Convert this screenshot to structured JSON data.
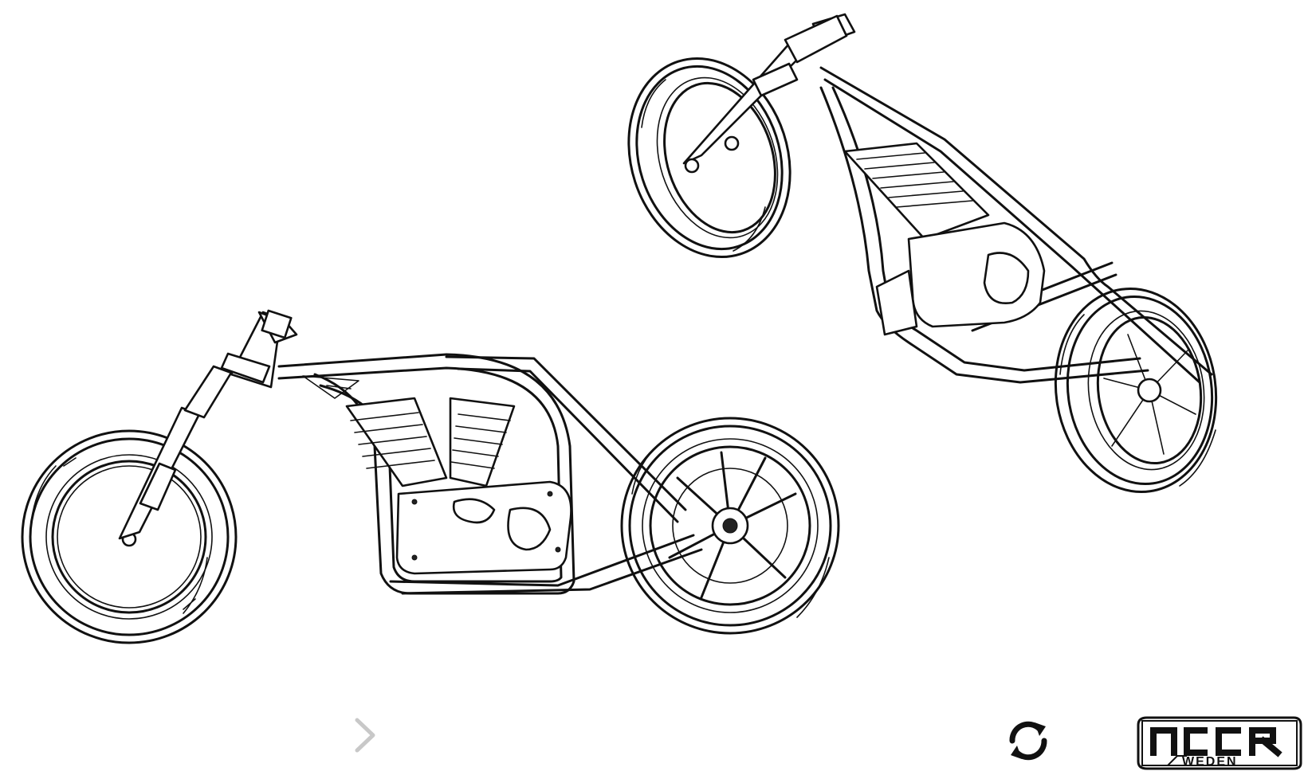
{
  "viewer": {
    "views": [
      {
        "name": "side-view"
      },
      {
        "name": "perspective-view"
      }
    ]
  },
  "controls": {
    "next_icon": "chevron-right-icon",
    "rotate_icon": "rotate-arrows-icon",
    "next_color": "#c8c8c8",
    "rotate_color": "#111111"
  },
  "logo": {
    "text": "NCCR SWEDEN",
    "colors": {
      "stroke": "#111111",
      "fill": "#ffffff"
    }
  }
}
